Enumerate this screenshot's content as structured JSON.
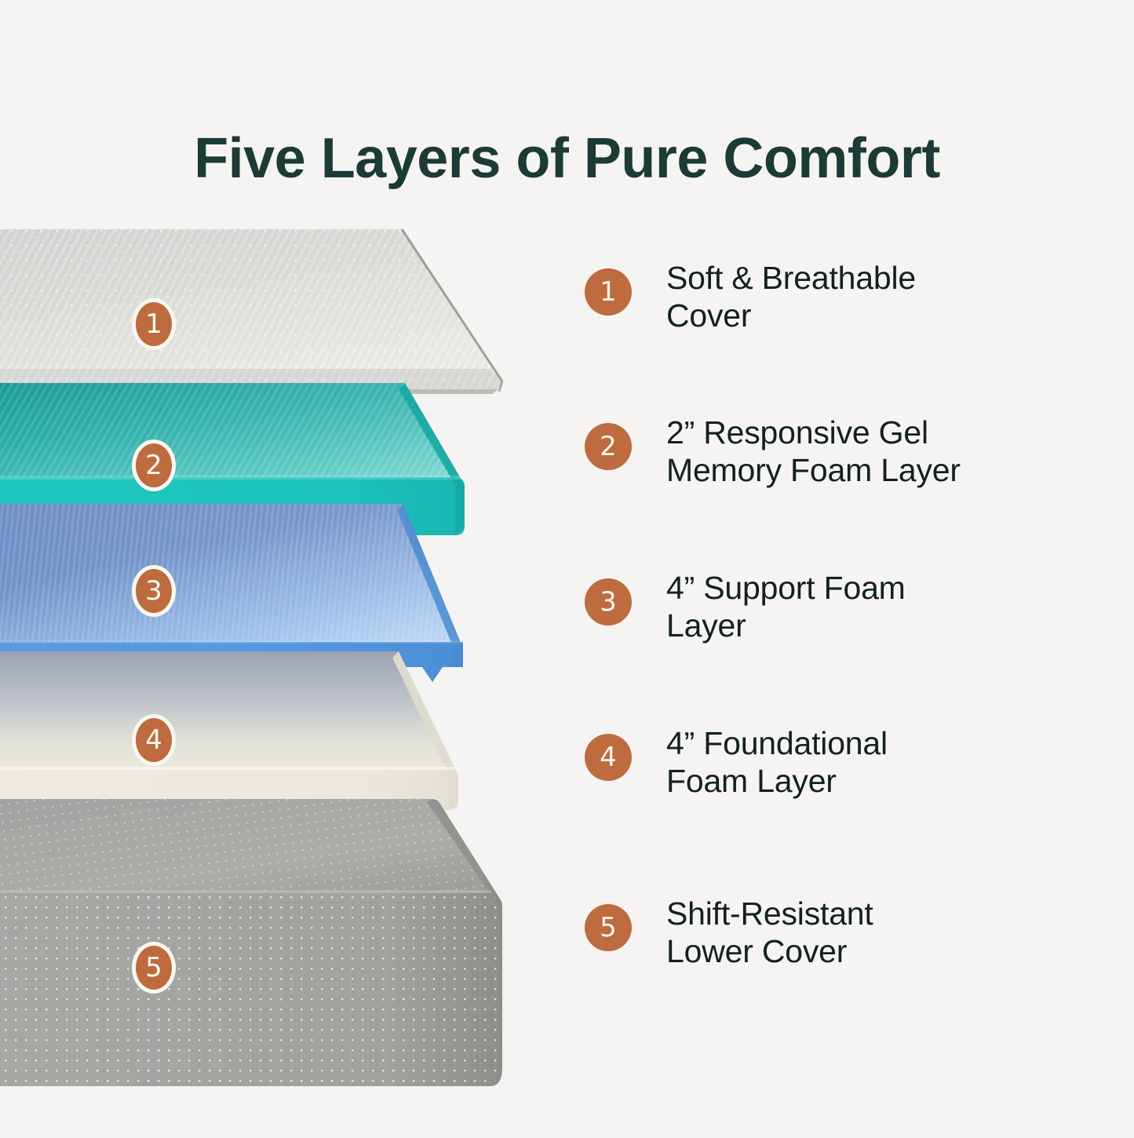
{
  "page": {
    "title": "Five Layers of Pure Comfort",
    "background_color": "#f6f4f2",
    "title_color": "#1c3a36",
    "accent_color": "#bd6b3f",
    "badge_text_color": "#fdf8ef",
    "body_text_color": "#12211f"
  },
  "legend": {
    "items": [
      {
        "number": "1",
        "label": "Soft & Breathable\nCover"
      },
      {
        "number": "2",
        "label": "2” Responsive Gel\nMemory Foam Layer"
      },
      {
        "number": "3",
        "label": "4” Support Foam\nLayer"
      },
      {
        "number": "4",
        "label": "4” Foundational\nFoam Layer"
      },
      {
        "number": "5",
        "label": "Shift-Resistant\nLower Cover"
      }
    ]
  },
  "diagram": {
    "name": "exploded-mattress-layers",
    "layers": [
      {
        "number": "1",
        "name": "soft-breathable-cover",
        "description": "Quilted light gray knit cover with diagonal ribbed texture",
        "colors": {
          "top": "#d2d2d0",
          "top_light": "#e6e5e2",
          "edge": "#b9b9b6"
        },
        "texture": "diagonal-rib-quilt"
      },
      {
        "number": "2",
        "name": "responsive-gel-memory-foam",
        "description": "Teal gel memory foam slab",
        "colors": {
          "top": "#18a39c",
          "top_light": "#3fc3bb",
          "front": "#1cc5c0",
          "side": "#17b2ad"
        },
        "texture": "diagonal-rib"
      },
      {
        "number": "3",
        "name": "support-foam",
        "description": "Blue support foam slab with convoluted sawtooth bottom edge",
        "colors": {
          "top": "#5f82bd",
          "top_light": "#9fc2ec",
          "front": "#589bdd",
          "side": "#4e93d8"
        },
        "texture": "vertical-rib-sawtooth-bottom"
      },
      {
        "number": "4",
        "name": "foundational-foam",
        "description": "Cream off-white foundational foam base with cast shadow on top",
        "colors": {
          "top": "#e9e8e0",
          "top_shadow": "#98a0b0",
          "front": "#eceade",
          "side": "#e2e0d2"
        },
        "texture": "smooth"
      },
      {
        "number": "5",
        "name": "shift-resistant-lower-cover",
        "description": "Gray dotted fabric lower cover with rounded corners",
        "colors": {
          "top": "#a8a8a6",
          "front": "#a2a29f",
          "side": "#8f8f8c"
        },
        "texture": "micro-dot"
      }
    ]
  }
}
